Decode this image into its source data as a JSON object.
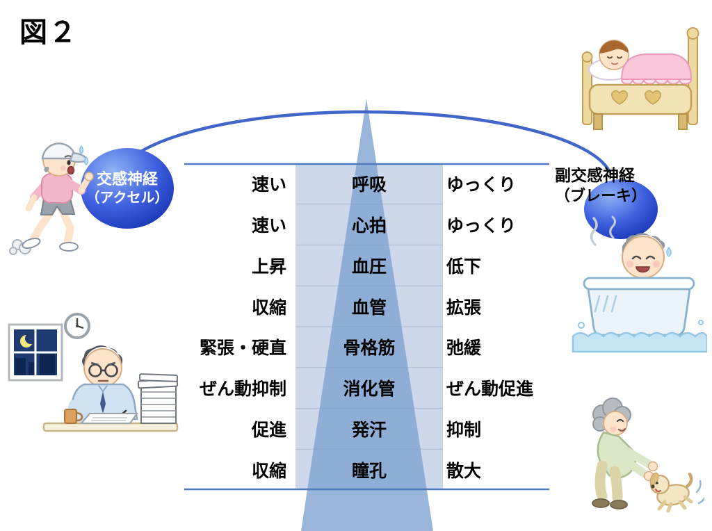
{
  "title": "図２",
  "left_node": {
    "name": "交感神経",
    "sub": "（アクセル）"
  },
  "right_node": {
    "name": "副交感神経",
    "sub": "（ブレーキ）"
  },
  "table": {
    "rows": [
      {
        "left": "速い",
        "center": "呼吸",
        "right": "ゆっくり"
      },
      {
        "left": "速い",
        "center": "心拍",
        "right": "ゆっくり"
      },
      {
        "left": "上昇",
        "center": "血圧",
        "right": "低下"
      },
      {
        "left": "収縮",
        "center": "血管",
        "right": "拡張"
      },
      {
        "left": "緊張・硬直",
        "center": "骨格筋",
        "right": "弛緩"
      },
      {
        "left": "ぜん動抑制",
        "center": "消化管",
        "right": "ぜん動促進"
      },
      {
        "left": "促進",
        "center": "発汗",
        "right": "抑制"
      },
      {
        "left": "収縮",
        "center": "瞳孔",
        "right": "散大"
      }
    ]
  },
  "colors": {
    "arc_blue": "#3f66c8",
    "rule_blue": "#4f7bc0",
    "oval_dark": "#1330b0",
    "oval_light": "#8fb2f4",
    "band_blue": "#cdd9ea",
    "triangle_blue": "#7fa2d0"
  },
  "icons": {
    "top_right": "sleeping-person-in-bed-icon",
    "mid_left": "walking-person-icon",
    "mid_right": "person-in-bathtub-icon",
    "bottom_left": "man-working-at-desk-icon",
    "bottom_right": "person-playing-with-dog-icon"
  }
}
